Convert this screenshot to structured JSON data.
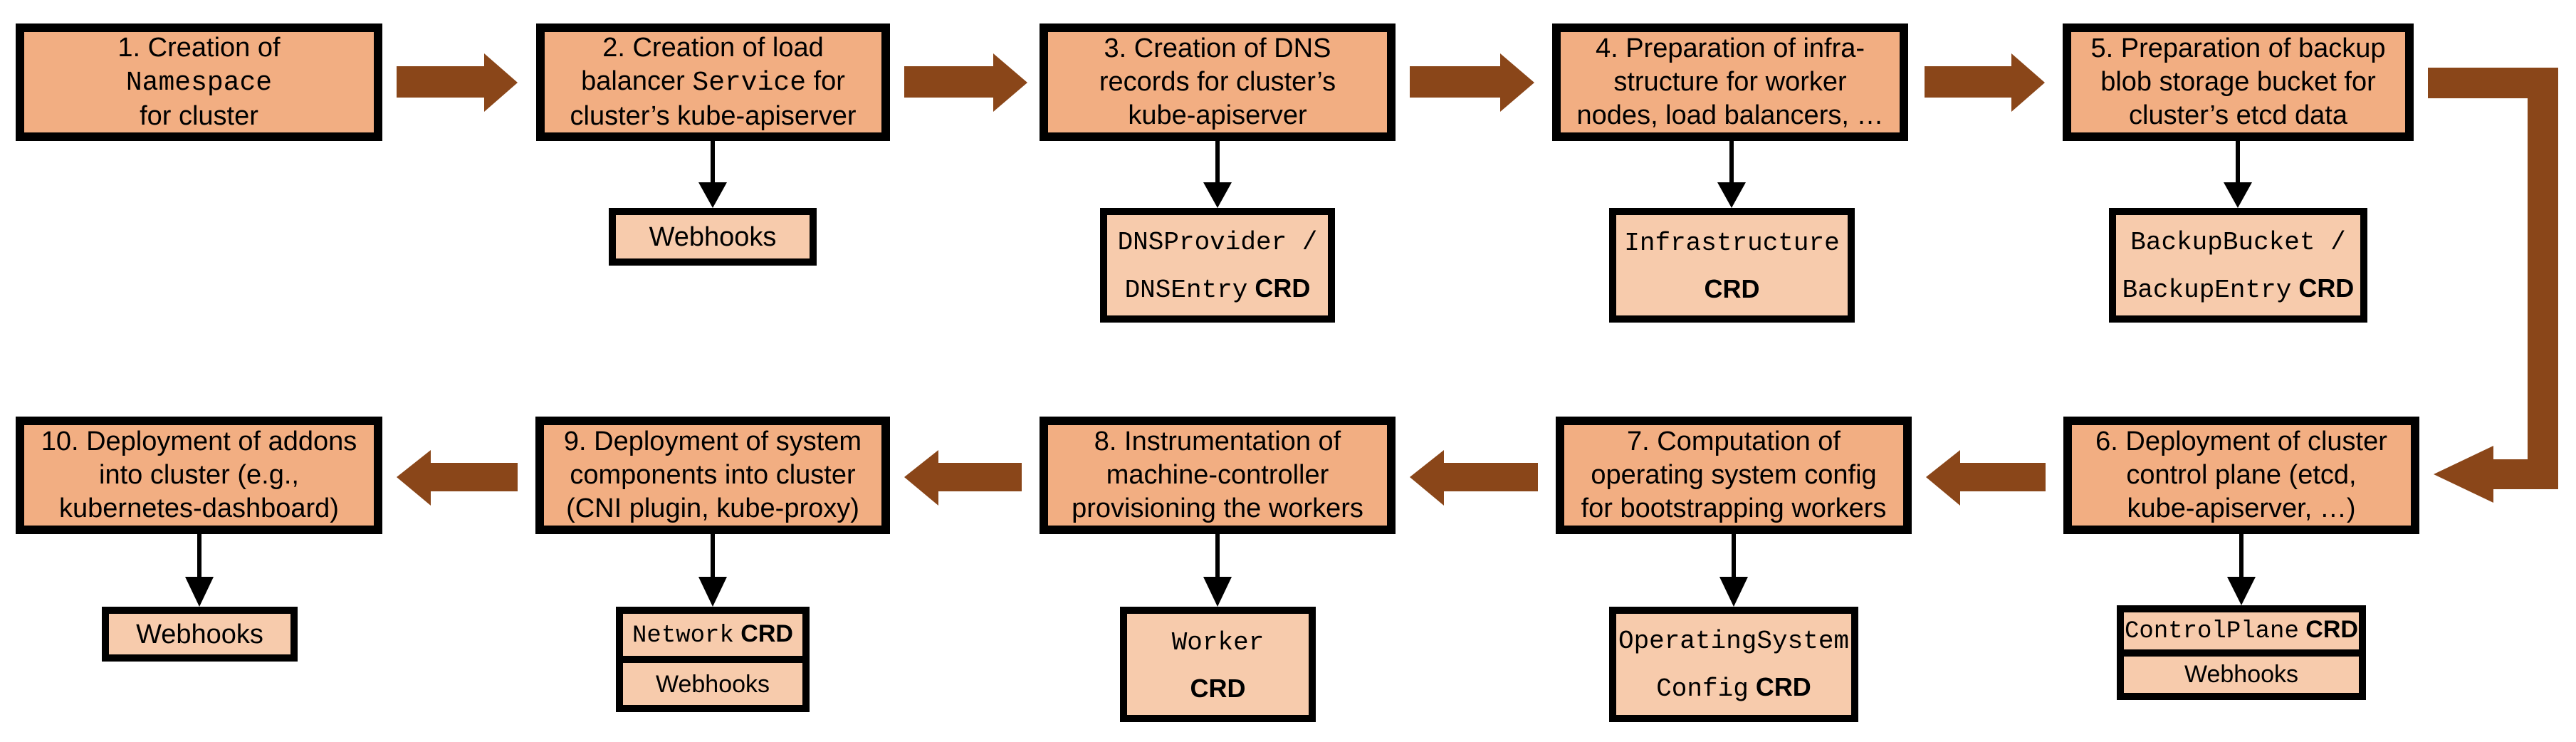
{
  "title": "Cluster creation flow diagram",
  "colors": {
    "step_fill": "#F2AE82",
    "sub_fill": "#F7CBAC",
    "flow_arrow": "#8A4619",
    "border": "#000000"
  },
  "steps": [
    {
      "num": 1,
      "name": "creation-of-namespace",
      "lines": [
        [
          {
            "t": "1. Creation of"
          }
        ],
        [
          {
            "t": "Namespace",
            "mono": true
          }
        ],
        [
          {
            "t": "for cluster"
          }
        ]
      ],
      "subs": []
    },
    {
      "num": 2,
      "name": "creation-of-load-balancer-service",
      "lines": [
        [
          {
            "t": "2. Creation of load"
          }
        ],
        [
          {
            "t": "balancer "
          },
          {
            "t": "Service",
            "mono": true
          },
          {
            "t": " for"
          }
        ],
        [
          {
            "t": "cluster’s kube-apiserver"
          }
        ]
      ],
      "subs": [
        {
          "kind": "webhooks",
          "lines": [
            [
              {
                "t": "Webhooks"
              }
            ]
          ]
        }
      ]
    },
    {
      "num": 3,
      "name": "creation-of-dns-records",
      "lines": [
        [
          {
            "t": "3. Creation of DNS"
          }
        ],
        [
          {
            "t": "records for cluster’s"
          }
        ],
        [
          {
            "t": "kube-apiserver"
          }
        ]
      ],
      "subs": [
        {
          "kind": "crd",
          "lines": [
            [
              {
                "t": "DNSProvider /",
                "mono": true
              }
            ],
            [
              {
                "t": "DNSEntry",
                "mono": true
              },
              {
                "t": " CRD",
                "bold": true
              }
            ]
          ]
        }
      ]
    },
    {
      "num": 4,
      "name": "preparation-of-infrastructure",
      "lines": [
        [
          {
            "t": "4. Preparation of infra-"
          }
        ],
        [
          {
            "t": "structure for worker"
          }
        ],
        [
          {
            "t": "nodes, load balancers, …"
          }
        ]
      ],
      "subs": [
        {
          "kind": "crd",
          "lines": [
            [
              {
                "t": "Infrastructure",
                "mono": true
              }
            ],
            [
              {
                "t": "CRD",
                "bold": true
              }
            ]
          ]
        }
      ]
    },
    {
      "num": 5,
      "name": "preparation-of-backup-bucket",
      "lines": [
        [
          {
            "t": "5. Preparation of backup"
          }
        ],
        [
          {
            "t": "blob storage bucket for"
          }
        ],
        [
          {
            "t": "cluster’s etcd data"
          }
        ]
      ],
      "subs": [
        {
          "kind": "crd",
          "lines": [
            [
              {
                "t": "BackupBucket /",
                "mono": true
              }
            ],
            [
              {
                "t": "BackupEntry",
                "mono": true
              },
              {
                "t": " CRD",
                "bold": true
              }
            ]
          ]
        }
      ]
    },
    {
      "num": 6,
      "name": "deployment-of-control-plane",
      "lines": [
        [
          {
            "t": "6. Deployment of cluster"
          }
        ],
        [
          {
            "t": "control plane (etcd,"
          }
        ],
        [
          {
            "t": "kube-apiserver, …)"
          }
        ]
      ],
      "subs": [
        {
          "kind": "crd",
          "lines": [
            [
              {
                "t": "ControlPlane",
                "mono": true
              },
              {
                "t": " CRD",
                "bold": true
              }
            ]
          ]
        },
        {
          "kind": "webhooks",
          "lines": [
            [
              {
                "t": "Webhooks"
              }
            ]
          ]
        }
      ]
    },
    {
      "num": 7,
      "name": "computation-of-os-config",
      "lines": [
        [
          {
            "t": "7. Computation of"
          }
        ],
        [
          {
            "t": "operating system config"
          }
        ],
        [
          {
            "t": "for bootstrapping workers"
          }
        ]
      ],
      "subs": [
        {
          "kind": "crd",
          "lines": [
            [
              {
                "t": "OperatingSystem",
                "mono": true
              }
            ],
            [
              {
                "t": "Config",
                "mono": true
              },
              {
                "t": " CRD",
                "bold": true
              }
            ]
          ]
        }
      ]
    },
    {
      "num": 8,
      "name": "instrumentation-of-machine-controller",
      "lines": [
        [
          {
            "t": "8. Instrumentation of"
          }
        ],
        [
          {
            "t": "machine-controller"
          }
        ],
        [
          {
            "t": "provisioning the workers"
          }
        ]
      ],
      "subs": [
        {
          "kind": "crd",
          "lines": [
            [
              {
                "t": "Worker",
                "mono": true
              }
            ],
            [
              {
                "t": "CRD",
                "bold": true
              }
            ]
          ]
        }
      ]
    },
    {
      "num": 9,
      "name": "deployment-of-system-components",
      "lines": [
        [
          {
            "t": "9. Deployment of system"
          }
        ],
        [
          {
            "t": "components into cluster"
          }
        ],
        [
          {
            "t": "(CNI plugin, kube-proxy)"
          }
        ]
      ],
      "subs": [
        {
          "kind": "crd",
          "lines": [
            [
              {
                "t": "Network",
                "mono": true
              },
              {
                "t": " CRD",
                "bold": true
              }
            ]
          ]
        },
        {
          "kind": "webhooks",
          "lines": [
            [
              {
                "t": "Webhooks"
              }
            ]
          ]
        }
      ]
    },
    {
      "num": 10,
      "name": "deployment-of-addons",
      "lines": [
        [
          {
            "t": "10. Deployment of addons"
          }
        ],
        [
          {
            "t": "into cluster (e.g.,"
          }
        ],
        [
          {
            "t": "kubernetes-dashboard)"
          }
        ]
      ],
      "subs": [
        {
          "kind": "webhooks",
          "lines": [
            [
              {
                "t": "Webhooks"
              }
            ]
          ]
        }
      ]
    }
  ]
}
